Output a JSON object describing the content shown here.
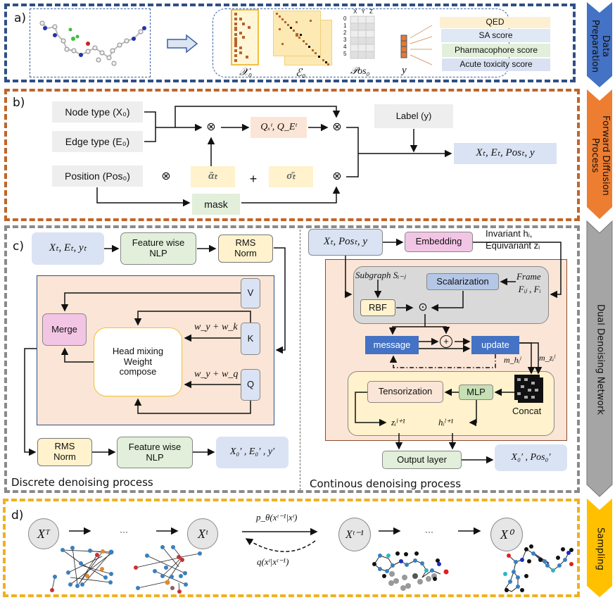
{
  "sidebar": {
    "stage_a": "Data Preparation",
    "stage_b": "Forward Diffusion Process",
    "stage_c": "Dual Denoising Network",
    "stage_d": "Sampling",
    "colors": {
      "a": "#4472c4",
      "b": "#ed7d31",
      "c": "#a5a5a5",
      "d": "#ffc000"
    }
  },
  "panel_a": {
    "label": "a)",
    "matrix_labels": [
      "𝒳₀",
      "ℰ₀",
      "𝒫os₀",
      "y"
    ],
    "pos_columns": [
      "X",
      "Y",
      "Z"
    ],
    "pos_rows": [
      "0",
      "1",
      "2",
      "3",
      "4",
      "5"
    ],
    "properties": [
      "QED",
      "SA score",
      "Pharmacophore score",
      "Acute toxicity score"
    ]
  },
  "panel_b": {
    "label": "b)",
    "node_type": "Node type (X₀)",
    "edge_type": "Edge type (E₀)",
    "position": "Position (Pos₀)",
    "q_matrices": "Qₓᵗ, Q_Eᵗ",
    "alpha": "ᾱₜ",
    "sigma": "σ̄ₜ",
    "plus": "+",
    "otimes": "⊗",
    "mask": "mask",
    "label_y": "Label (y)",
    "output": "Xₜ, Eₜ, Posₜ, y"
  },
  "panel_c_left": {
    "label": "c)",
    "input": "Xₜ,  Eₜ,  yₜ",
    "feature_nlp_1": "Feature wise NLP",
    "rms_norm_1": "RMS Norm",
    "v": "V",
    "k": "K",
    "q": "Q",
    "merge": "Merge",
    "head_mixing": "Head mixing Weight compose",
    "wk": "w_y + w_k",
    "wq": "w_y + w_q",
    "rms_norm_2": "RMS Norm",
    "feature_nlp_2": "Feature wise NLP",
    "output": "X₀′ , E₀′ , y′",
    "caption": "Discrete denoising process"
  },
  "panel_c_right": {
    "input": "Xₜ, Posₜ, y",
    "embedding": "Embedding",
    "invariant": "Invariant hᵢ,",
    "equivariant": "Equivariant zᵢ",
    "subgraph": "Subgraph Sᵢ₋ⱼ",
    "scalarization": "Scalarization",
    "frame_1": "Frame",
    "frame_2": "Fᵢⱼ , Fᵢ",
    "rbf": "RBF",
    "odot": "⊙",
    "oplus": "+",
    "message": "message",
    "update": "update",
    "m_h": "m_hᵢˡ",
    "m_z": "m_zᵢˡ",
    "tensorization": "Tensorization",
    "mlp": "MLP",
    "concat": "Concat",
    "z_next": "zᵢˡ⁺¹",
    "h_next": "hᵢˡ⁺¹",
    "output_layer": "Output layer",
    "output": "X₀′ , Pos₀′",
    "caption": "Continous denoising process"
  },
  "panel_d": {
    "label": "d)",
    "states": [
      "Xᵀ",
      "Xᵗ",
      "Xᵗ⁻¹",
      "X⁰"
    ],
    "ellipsis": "···",
    "p_theta": "p_θ(xᵗ⁻¹|xᵗ)",
    "q": "q(xᵗ|xᵗ⁻¹)"
  }
}
